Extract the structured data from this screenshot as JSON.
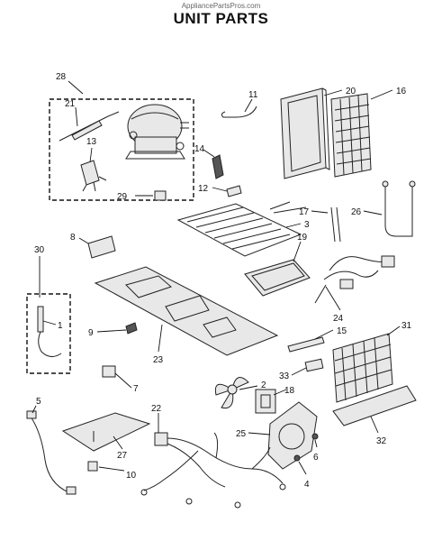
{
  "header": {
    "watermark": "AppliancePartsPros.com",
    "title": "UNIT  PARTS"
  },
  "callouts": [
    {
      "id": "c28",
      "label": "28"
    },
    {
      "id": "c21",
      "label": "21"
    },
    {
      "id": "c13",
      "label": "13"
    },
    {
      "id": "c29",
      "label": "29"
    },
    {
      "id": "c11",
      "label": "11"
    },
    {
      "id": "c20",
      "label": "20"
    },
    {
      "id": "c16",
      "label": "16"
    },
    {
      "id": "c14",
      "label": "14"
    },
    {
      "id": "c12",
      "label": "12"
    },
    {
      "id": "c3",
      "label": "3"
    },
    {
      "id": "c17",
      "label": "17"
    },
    {
      "id": "c26",
      "label": "26"
    },
    {
      "id": "c19",
      "label": "19"
    },
    {
      "id": "c8",
      "label": "8"
    },
    {
      "id": "c30",
      "label": "30"
    },
    {
      "id": "c1",
      "label": "1"
    },
    {
      "id": "c9",
      "label": "9"
    },
    {
      "id": "c23",
      "label": "23"
    },
    {
      "id": "c24",
      "label": "24"
    },
    {
      "id": "c31",
      "label": "31"
    },
    {
      "id": "c15",
      "label": "15"
    },
    {
      "id": "c33",
      "label": "33"
    },
    {
      "id": "c7",
      "label": "7"
    },
    {
      "id": "c2",
      "label": "2"
    },
    {
      "id": "c18",
      "label": "18"
    },
    {
      "id": "c5",
      "label": "5"
    },
    {
      "id": "c22",
      "label": "22"
    },
    {
      "id": "c25",
      "label": "25"
    },
    {
      "id": "c6",
      "label": "6"
    },
    {
      "id": "c32",
      "label": "32"
    },
    {
      "id": "c27",
      "label": "27"
    },
    {
      "id": "c10",
      "label": "10"
    },
    {
      "id": "c4",
      "label": "4"
    }
  ]
}
